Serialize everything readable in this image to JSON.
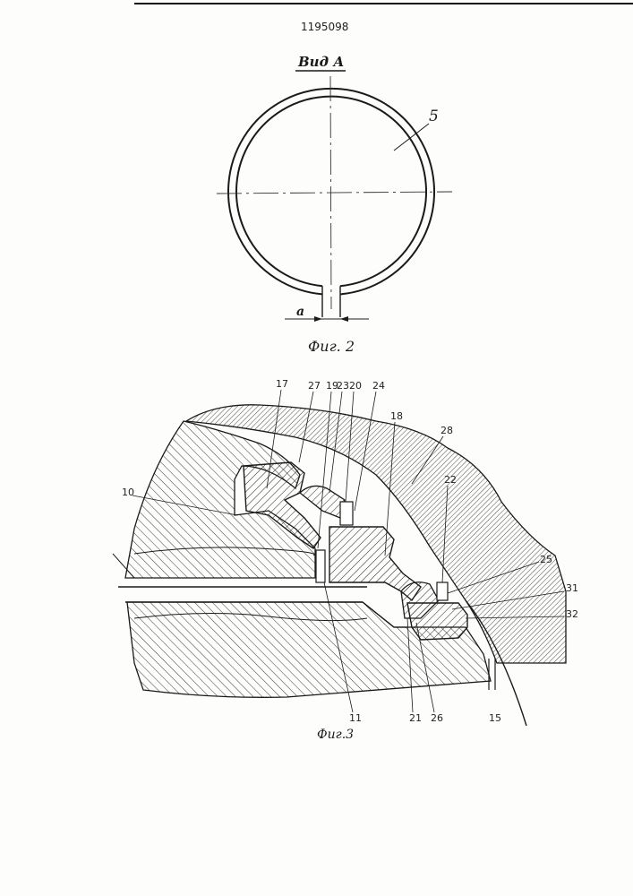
{
  "header": {
    "patent_number": "1195098"
  },
  "fig2": {
    "view_title": "Вид А",
    "part_label": "5",
    "gap_label": "a",
    "caption": "Фиг. 2"
  },
  "fig3": {
    "caption": "Фиг.3",
    "callouts": {
      "c10": "10",
      "c17": "17",
      "c27": "27",
      "c19": "19",
      "c23": "23",
      "c20": "20",
      "c24": "24",
      "c18": "18",
      "c28": "28",
      "c22": "22",
      "c25": "25",
      "c31": "31",
      "c32": "32",
      "c11": "11",
      "c21": "21",
      "c26": "26",
      "c15": "15"
    }
  },
  "colors": {
    "ink": "#1a1a1a",
    "paper": "#fdfdfc"
  }
}
